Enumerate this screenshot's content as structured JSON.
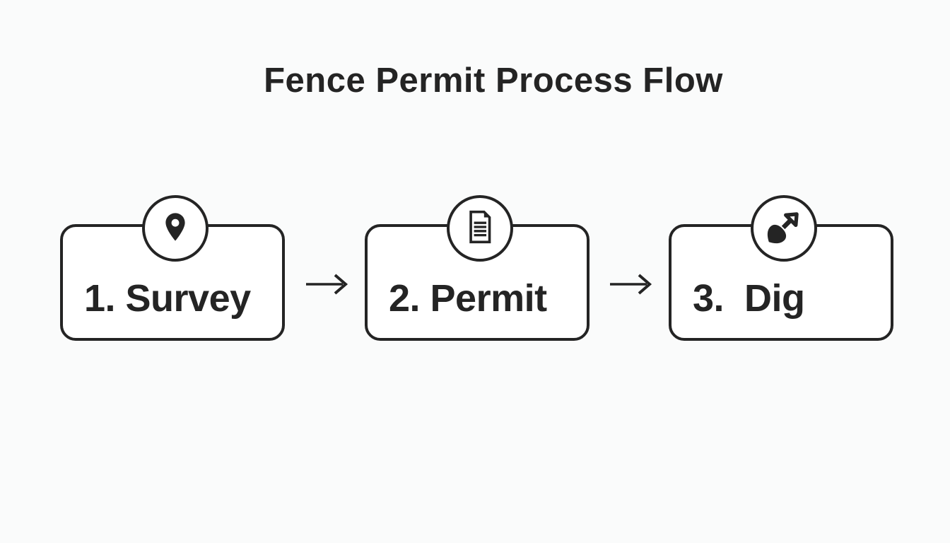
{
  "title": "Fence Permit Process Flow",
  "colors": {
    "ink": "#242424",
    "background": "#fafbfb",
    "box_fill": "#ffffff"
  },
  "steps": [
    {
      "label": "1. Survey",
      "icon": "map-pin-icon"
    },
    {
      "label": "2. Permit",
      "icon": "document-icon"
    },
    {
      "label": "3.  Dig",
      "icon": "shovel-icon"
    }
  ],
  "connectors": [
    {
      "type": "arrow-right"
    },
    {
      "type": "arrow-right"
    }
  ]
}
